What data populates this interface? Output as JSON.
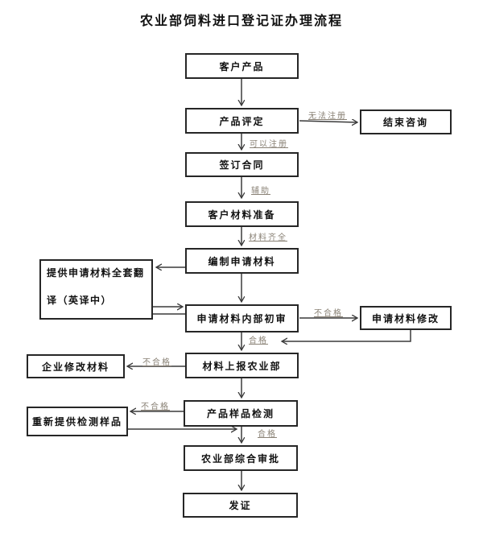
{
  "title": "农业部饲料进口登记证办理流程",
  "nodes": {
    "customer_product": "客户产品",
    "product_evaluation": "产品评定",
    "end_consultation": "结束咨询",
    "sign_contract": "签订合同",
    "customer_material_prep": "客户材料准备",
    "compile_application": "编制申请材料",
    "translation_line1": "提供申请材料全套翻",
    "translation_line2": "译（英译中）",
    "internal_review": "申请材料内部初审",
    "application_revision": "申请材料修改",
    "submit_to_ministry": "材料上报农业部",
    "enterprise_revision": "企业修改材料",
    "sample_testing": "产品样品检测",
    "resubmit_samples": "重新提供检测样品",
    "ministry_approval": "农业部综合审批",
    "issue_certificate": "发证"
  },
  "edge_labels": {
    "cannot_register": "无法注册",
    "can_register": "可以注册",
    "assist": "辅助",
    "materials_complete": "材料齐全",
    "review_fail": "不合格",
    "review_pass": "合格",
    "submit_fail": "不合格",
    "test_fail": "不合格",
    "test_pass": "合格"
  },
  "colors": {
    "connector_line": "#3a3a3a",
    "node_border": "#262626",
    "node_text": "#111111",
    "edge_label_text": "#8a8276",
    "background": "#ffffff"
  }
}
